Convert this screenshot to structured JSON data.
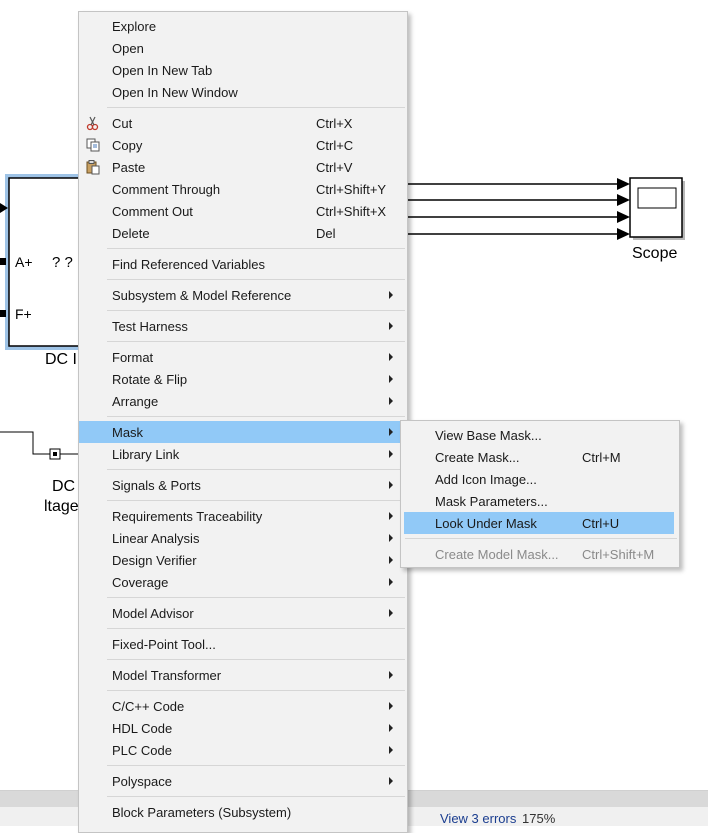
{
  "canvas": {
    "block_ports": [
      "A+",
      "F+"
    ],
    "block_unknown": "? ?",
    "dc_block_label": "DC I",
    "dc_source_label_1": "DC",
    "dc_source_label_2": "ltage",
    "scope_label": "Scope"
  },
  "status": {
    "errors_link": "View 3 errors",
    "zoom": "175%"
  },
  "context_menu": {
    "items": [
      {
        "label": "Explore"
      },
      {
        "label": "Open"
      },
      {
        "label": "Open In New Tab"
      },
      {
        "label": "Open In New Window"
      },
      {
        "label": "Cut",
        "shortcut": "Ctrl+X",
        "icon": "scissors-icon"
      },
      {
        "label": "Copy",
        "shortcut": "Ctrl+C",
        "icon": "copy-icon"
      },
      {
        "label": "Paste",
        "shortcut": "Ctrl+V",
        "icon": "paste-icon"
      },
      {
        "label": "Comment Through",
        "shortcut": "Ctrl+Shift+Y"
      },
      {
        "label": "Comment Out",
        "shortcut": "Ctrl+Shift+X"
      },
      {
        "label": "Delete",
        "shortcut": "Del"
      },
      {
        "label": "Find Referenced Variables"
      },
      {
        "label": "Subsystem & Model Reference",
        "submenu": true
      },
      {
        "label": "Test Harness",
        "submenu": true
      },
      {
        "label": "Format",
        "submenu": true
      },
      {
        "label": "Rotate & Flip",
        "submenu": true
      },
      {
        "label": "Arrange",
        "submenu": true
      },
      {
        "label": "Mask",
        "submenu": true,
        "highlighted": true
      },
      {
        "label": "Library Link",
        "submenu": true
      },
      {
        "label": "Signals & Ports",
        "submenu": true
      },
      {
        "label": "Requirements Traceability",
        "submenu": true
      },
      {
        "label": "Linear Analysis",
        "submenu": true
      },
      {
        "label": "Design Verifier",
        "submenu": true
      },
      {
        "label": "Coverage",
        "submenu": true
      },
      {
        "label": "Model Advisor",
        "submenu": true
      },
      {
        "label": "Fixed-Point Tool..."
      },
      {
        "label": "Model Transformer",
        "submenu": true
      },
      {
        "label": "C/C++ Code",
        "submenu": true
      },
      {
        "label": "HDL Code",
        "submenu": true
      },
      {
        "label": "PLC Code",
        "submenu": true
      },
      {
        "label": "Polyspace",
        "submenu": true
      },
      {
        "label": "Block Parameters (Subsystem)"
      }
    ]
  },
  "mask_submenu": {
    "items": [
      {
        "label": "View Base Mask..."
      },
      {
        "label": "Create Mask...",
        "shortcut": "Ctrl+M"
      },
      {
        "label": "Add Icon Image..."
      },
      {
        "label": "Mask Parameters..."
      },
      {
        "label": "Look Under Mask",
        "shortcut": "Ctrl+U",
        "highlighted": true
      },
      {
        "label": "Create Model Mask...",
        "shortcut": "Ctrl+Shift+M",
        "disabled": true
      }
    ]
  },
  "colors": {
    "highlight": "#91c9f7",
    "menu_bg": "#f2f2f2",
    "block_outline": "#9ec3e6"
  }
}
